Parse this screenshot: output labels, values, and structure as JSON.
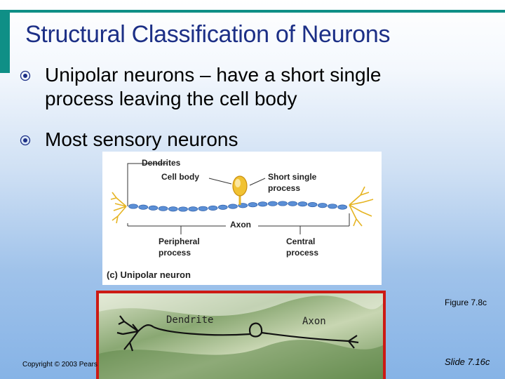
{
  "slide": {
    "title": "Structural Classification of Neurons",
    "bullets": [
      {
        "line1": "Unipolar neurons – have a short single",
        "line2": "process leaving the cell body"
      },
      {
        "line1": "Most sensory neurons"
      }
    ]
  },
  "figure": {
    "labels": {
      "dendrites": "Dendrites",
      "cell_body": "Cell body",
      "short_single_1": "Short single",
      "short_single_2": "process",
      "axon": "Axon",
      "peripheral_1": "Peripheral",
      "peripheral_2": "process",
      "central_1": "Central",
      "central_2": "process",
      "caption": "(c)  Unipolar neuron"
    },
    "note": "Figure 7.8c"
  },
  "photo": {
    "dendrite_label": "Dendrite",
    "axon_label": "Axon"
  },
  "footer": {
    "copyright": "Copyright © 2003 Pears",
    "slide_number": "Slide 7.16c"
  },
  "colors": {
    "title": "#1c2f86",
    "accent": "#0f8f86",
    "axon_blue": "#5b8fd6",
    "dendrite_yellow": "#f1c232",
    "photo_border": "#cc1a14"
  }
}
